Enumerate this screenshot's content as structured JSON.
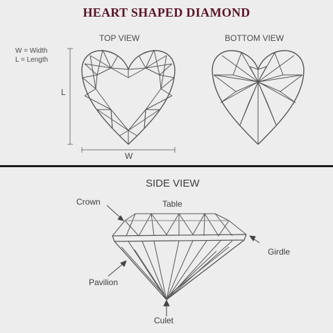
{
  "title": "HEART SHAPED DIAMOND",
  "top_view_label": "TOP VIEW",
  "bottom_view_label": "BOTTOM VIEW",
  "legend": {
    "width": "W = Width",
    "length": "L = Length"
  },
  "dimension_labels": {
    "length": "L",
    "width": "W"
  },
  "side_view": {
    "title": "SIDE VIEW",
    "parts": {
      "crown": "Crown",
      "table": "Table",
      "girdle": "Girdle",
      "pavilion": "Pavilion",
      "culet": "Culet"
    }
  },
  "colors": {
    "title": "#5a1428",
    "lines": "#555555",
    "divider": "#1c1c1c",
    "background": "#ededed"
  }
}
